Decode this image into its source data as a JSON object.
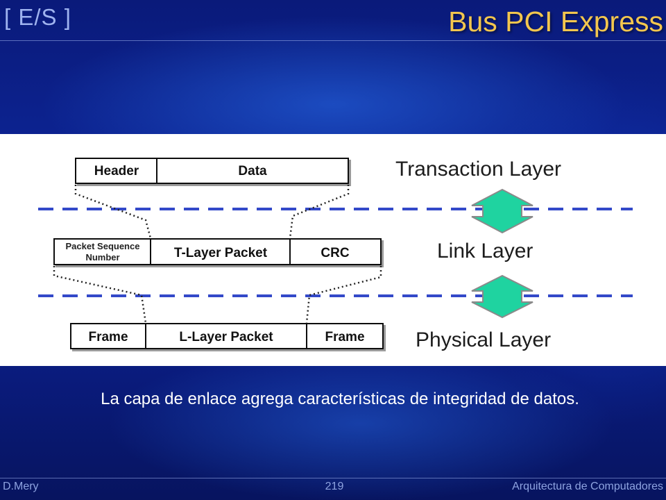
{
  "header": {
    "section": "[ E/S ]",
    "title": "Bus PCI Express"
  },
  "diagram": {
    "transaction_packet": {
      "header": "Header",
      "data": "Data"
    },
    "link_packet": {
      "sequence_line1": "Packet Sequence",
      "sequence_line2": "Number",
      "t_layer": "T-Layer Packet",
      "crc": "CRC"
    },
    "physical_packet": {
      "frame_left": "Frame",
      "l_layer": "L-Layer Packet",
      "frame_right": "Frame"
    },
    "layers": {
      "transaction": "Transaction Layer",
      "link": "Link Layer",
      "physical": "Physical Layer"
    },
    "colors": {
      "arrow_fill": "#1fd3a0",
      "dashed_line": "#3349c9",
      "title": "#f2c64e"
    }
  },
  "caption": "La capa de enlace agrega características de integridad de datos.",
  "footer": {
    "author": "D.Mery",
    "page_number": "219",
    "course": "Arquitectura de Computadores"
  }
}
